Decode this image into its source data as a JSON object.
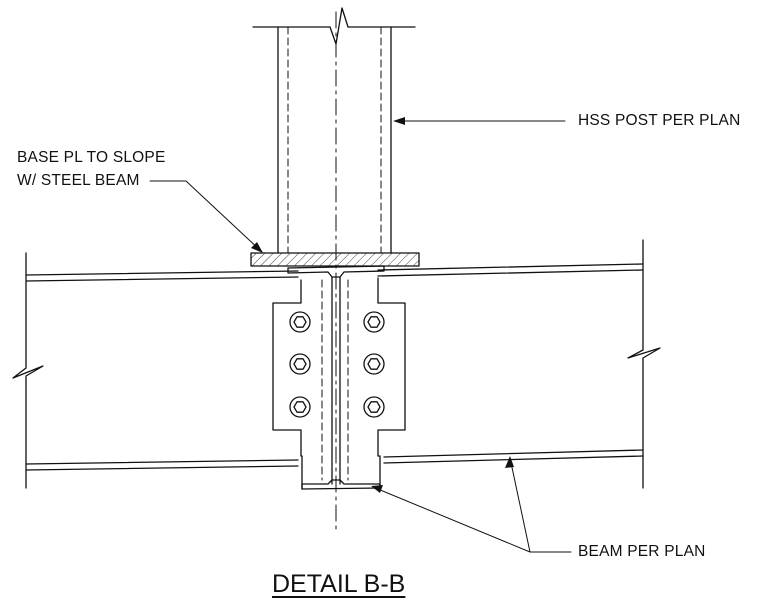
{
  "title": "DETAIL B-B",
  "callouts": {
    "hss_post": "HSS POST PER PLAN",
    "base_plate_line1": "BASE PL TO SLOPE",
    "base_plate_line2": "W/ STEEL BEAM",
    "beam": "BEAM PER PLAN"
  },
  "colors": {
    "line": "#111111",
    "background": "#ffffff"
  }
}
